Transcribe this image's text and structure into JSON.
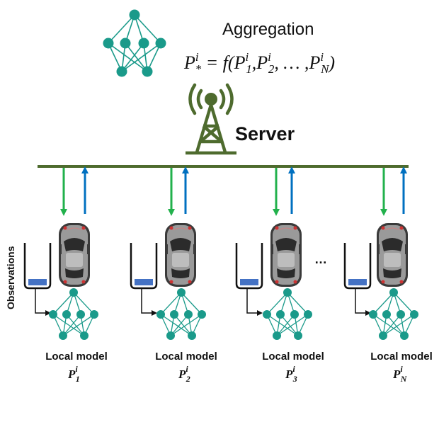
{
  "aggregation": {
    "title": "Aggregation",
    "formula_lhs": "P",
    "formula_lhs_sup": "i",
    "formula_lhs_sub": "*",
    "formula_eq": " = f(",
    "formula_p1": "P",
    "formula_p1_sup": "i",
    "formula_p1_sub": "1",
    "formula_comma1": ",",
    "formula_p2": "P",
    "formula_p2_sup": "i",
    "formula_p2_sub": "2",
    "formula_mid": ", … ,",
    "formula_pn": "P",
    "formula_pn_sup": "i",
    "formula_pn_sub": "N",
    "formula_close": ")"
  },
  "server": {
    "label": "Server"
  },
  "observations_label": "Observations",
  "ellipsis": "…",
  "clients": [
    {
      "label": "Local model",
      "p": "P",
      "sup": "i",
      "sub": "1"
    },
    {
      "label": "Local model",
      "p": "P",
      "sup": "i",
      "sub": "2"
    },
    {
      "label": "Local model",
      "p": "P",
      "sup": "i",
      "sub": "3"
    },
    {
      "label": "Local model",
      "p": "P",
      "sup": "i",
      "sub": "N"
    }
  ],
  "colors": {
    "network": "#1a9a8a",
    "tower": "#4e6b2e",
    "downlink": "#22b14c",
    "uplink": "#0070c0",
    "buffer_fill": "#4472c4"
  }
}
